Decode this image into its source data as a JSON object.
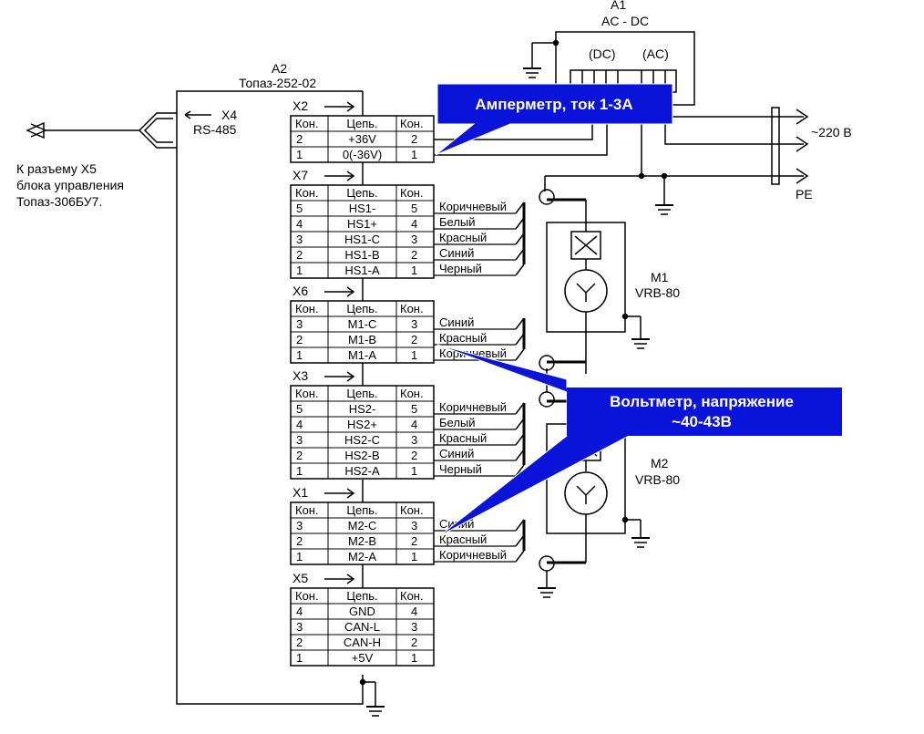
{
  "a1": {
    "ref": "A1",
    "name": "AC - DC",
    "dc_label": "(DC)",
    "ac_label": "(AC)"
  },
  "a2": {
    "ref": "A2",
    "name": "Топаз-252-02"
  },
  "x4": {
    "ref": "X4",
    "name": "RS-485"
  },
  "left_note": [
    "К разъему X5",
    "блока управления",
    "Топаз-306БУ7."
  ],
  "mains": {
    "label": "~220 В",
    "pe": "PE"
  },
  "col_headers": [
    "Кон.",
    "Цепь.",
    "Кон."
  ],
  "connectors": [
    {
      "ref": "X2",
      "rows": [
        [
          "2",
          "+36V",
          "2"
        ],
        [
          "1",
          "0(-36V)",
          "1"
        ]
      ],
      "wires": []
    },
    {
      "ref": "X7",
      "rows": [
        [
          "5",
          "HS1-",
          "5"
        ],
        [
          "4",
          "HS1+",
          "4"
        ],
        [
          "3",
          "HS1-C",
          "3"
        ],
        [
          "2",
          "HS1-B",
          "2"
        ],
        [
          "1",
          "HS1-A",
          "1"
        ]
      ],
      "wires": [
        "Коричневый",
        "Белый",
        "Красный",
        "Синий",
        "Черный"
      ]
    },
    {
      "ref": "X6",
      "rows": [
        [
          "3",
          "M1-C",
          "3"
        ],
        [
          "2",
          "M1-B",
          "2"
        ],
        [
          "1",
          "M1-A",
          "1"
        ]
      ],
      "wires": [
        "Синий",
        "Красный",
        "Коричневый"
      ]
    },
    {
      "ref": "X3",
      "rows": [
        [
          "5",
          "HS2-",
          "5"
        ],
        [
          "4",
          "HS2+",
          "4"
        ],
        [
          "3",
          "HS2-C",
          "3"
        ],
        [
          "2",
          "HS2-B",
          "2"
        ],
        [
          "1",
          "HS2-A",
          "1"
        ]
      ],
      "wires": [
        "Коричневый",
        "Белый",
        "Красный",
        "Синий",
        "Черный"
      ]
    },
    {
      "ref": "X1",
      "rows": [
        [
          "3",
          "M2-C",
          "3"
        ],
        [
          "2",
          "M2-B",
          "2"
        ],
        [
          "1",
          "M2-A",
          "1"
        ]
      ],
      "wires": [
        "Синий",
        "Красный",
        "Коричневый"
      ]
    },
    {
      "ref": "X5",
      "rows": [
        [
          "4",
          "GND",
          "4"
        ],
        [
          "3",
          "CAN-L",
          "3"
        ],
        [
          "2",
          "CAN-H",
          "2"
        ],
        [
          "1",
          "+5V",
          "1"
        ]
      ],
      "wires": []
    }
  ],
  "motors": [
    {
      "ref": "M1",
      "model": "VRB-80"
    },
    {
      "ref": "M2",
      "model": "VRB-80"
    }
  ],
  "callouts": {
    "ammeter": "Амперметр, ток 1-3А",
    "voltmeter_line1": "Вольтметр, напряжение",
    "voltmeter_line2": "~40-43В"
  },
  "colors": {
    "callout_fill": "#0a14d8",
    "line": "#000000"
  }
}
